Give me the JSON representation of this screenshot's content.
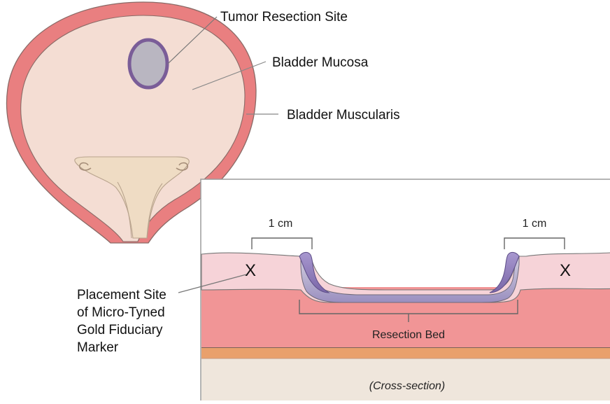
{
  "labels": {
    "tumor_site": "Tumor Resection Site",
    "mucosa": "Bladder Mucosa",
    "muscularis": "Bladder Muscularis",
    "placement_line1": "Placement Site",
    "placement_line2": "of Micro-Tyned",
    "placement_line3": "Gold Fiduciary",
    "placement_line4": "Marker",
    "one_cm_left": "1 cm",
    "one_cm_right": "1 cm",
    "marker_left": "X",
    "marker_right": "X",
    "resection_bed": "Resection Bed",
    "cross_section": "(Cross-section)"
  },
  "colors": {
    "bladder_wall": "#e97f80",
    "bladder_wall_edge": "#8a6a66",
    "mucosa_fill": "#f4ddd3",
    "tumor_fill": "#b9b6c1",
    "tumor_edge": "#7a5d98",
    "neck_fill": "#efdcc4",
    "cs_mucosa": "#f6d3d8",
    "cs_muscle": "#f19596",
    "cs_fat": "#e9a06c",
    "cs_base": "#efe6dc",
    "resection_purple": "#8f7bb8"
  }
}
